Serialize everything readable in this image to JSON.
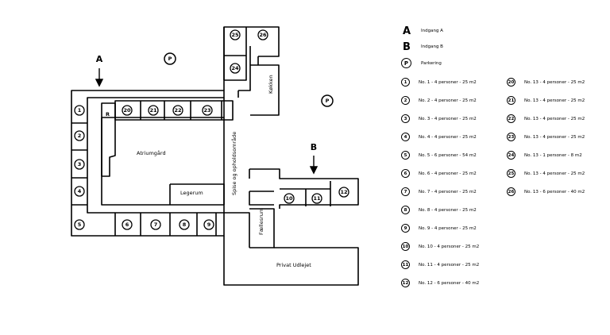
{
  "entrances": {
    "a": {
      "symbol": "A",
      "label": "Indgang A"
    },
    "b": {
      "symbol": "B",
      "label": "Indgang B"
    },
    "p": {
      "symbol": "P",
      "label": "Parkering"
    }
  },
  "areas": {
    "atrium": "Atriumgård",
    "legerum": "Legerum",
    "spise": "Spise og opholdsområde",
    "kokken": "Køkken",
    "faelles": "Fællesrum",
    "privat": "Privat Udlejet",
    "r": "R"
  },
  "rooms_left": [
    {
      "n": "1",
      "desc": "No. 1 - 4 personer - 25 m2"
    },
    {
      "n": "2",
      "desc": "No. 2 - 4 personer - 25 m2"
    },
    {
      "n": "3",
      "desc": "No. 3 - 4 personer - 25 m2"
    },
    {
      "n": "4",
      "desc": "No. 4 - 4 personer - 25 m2"
    },
    {
      "n": "5",
      "desc": "No. 5 - 6 personer - 54 m2"
    },
    {
      "n": "6",
      "desc": "No. 6 - 4 personer - 25 m2"
    },
    {
      "n": "7",
      "desc": "No. 7 - 4 personer - 25 m2"
    },
    {
      "n": "8",
      "desc": "No. 8 - 4 personer - 25 m2"
    },
    {
      "n": "9",
      "desc": "No. 9 - 4 personer - 25 m2"
    },
    {
      "n": "10",
      "desc": "No. 10 - 4 personer - 25 m2"
    },
    {
      "n": "11",
      "desc": "No. 11 - 4 personer - 25 m2"
    },
    {
      "n": "12",
      "desc": "No. 12 - 6 personer - 40 m2"
    }
  ],
  "rooms_right": [
    {
      "n": "20",
      "desc": "No. 13 - 4 personer - 25 m2"
    },
    {
      "n": "21",
      "desc": "No. 13 - 4 personer - 25 m2"
    },
    {
      "n": "22",
      "desc": "No. 13 - 4 personer - 25 m2"
    },
    {
      "n": "23",
      "desc": "No. 13 - 4 personer - 25 m2"
    },
    {
      "n": "24",
      "desc": "No. 13 - 1 personer - 8 m2"
    },
    {
      "n": "25",
      "desc": "No. 13 - 4 personer - 25 m2"
    },
    {
      "n": "26",
      "desc": "No. 13 - 6 personer - 40 m2"
    }
  ]
}
